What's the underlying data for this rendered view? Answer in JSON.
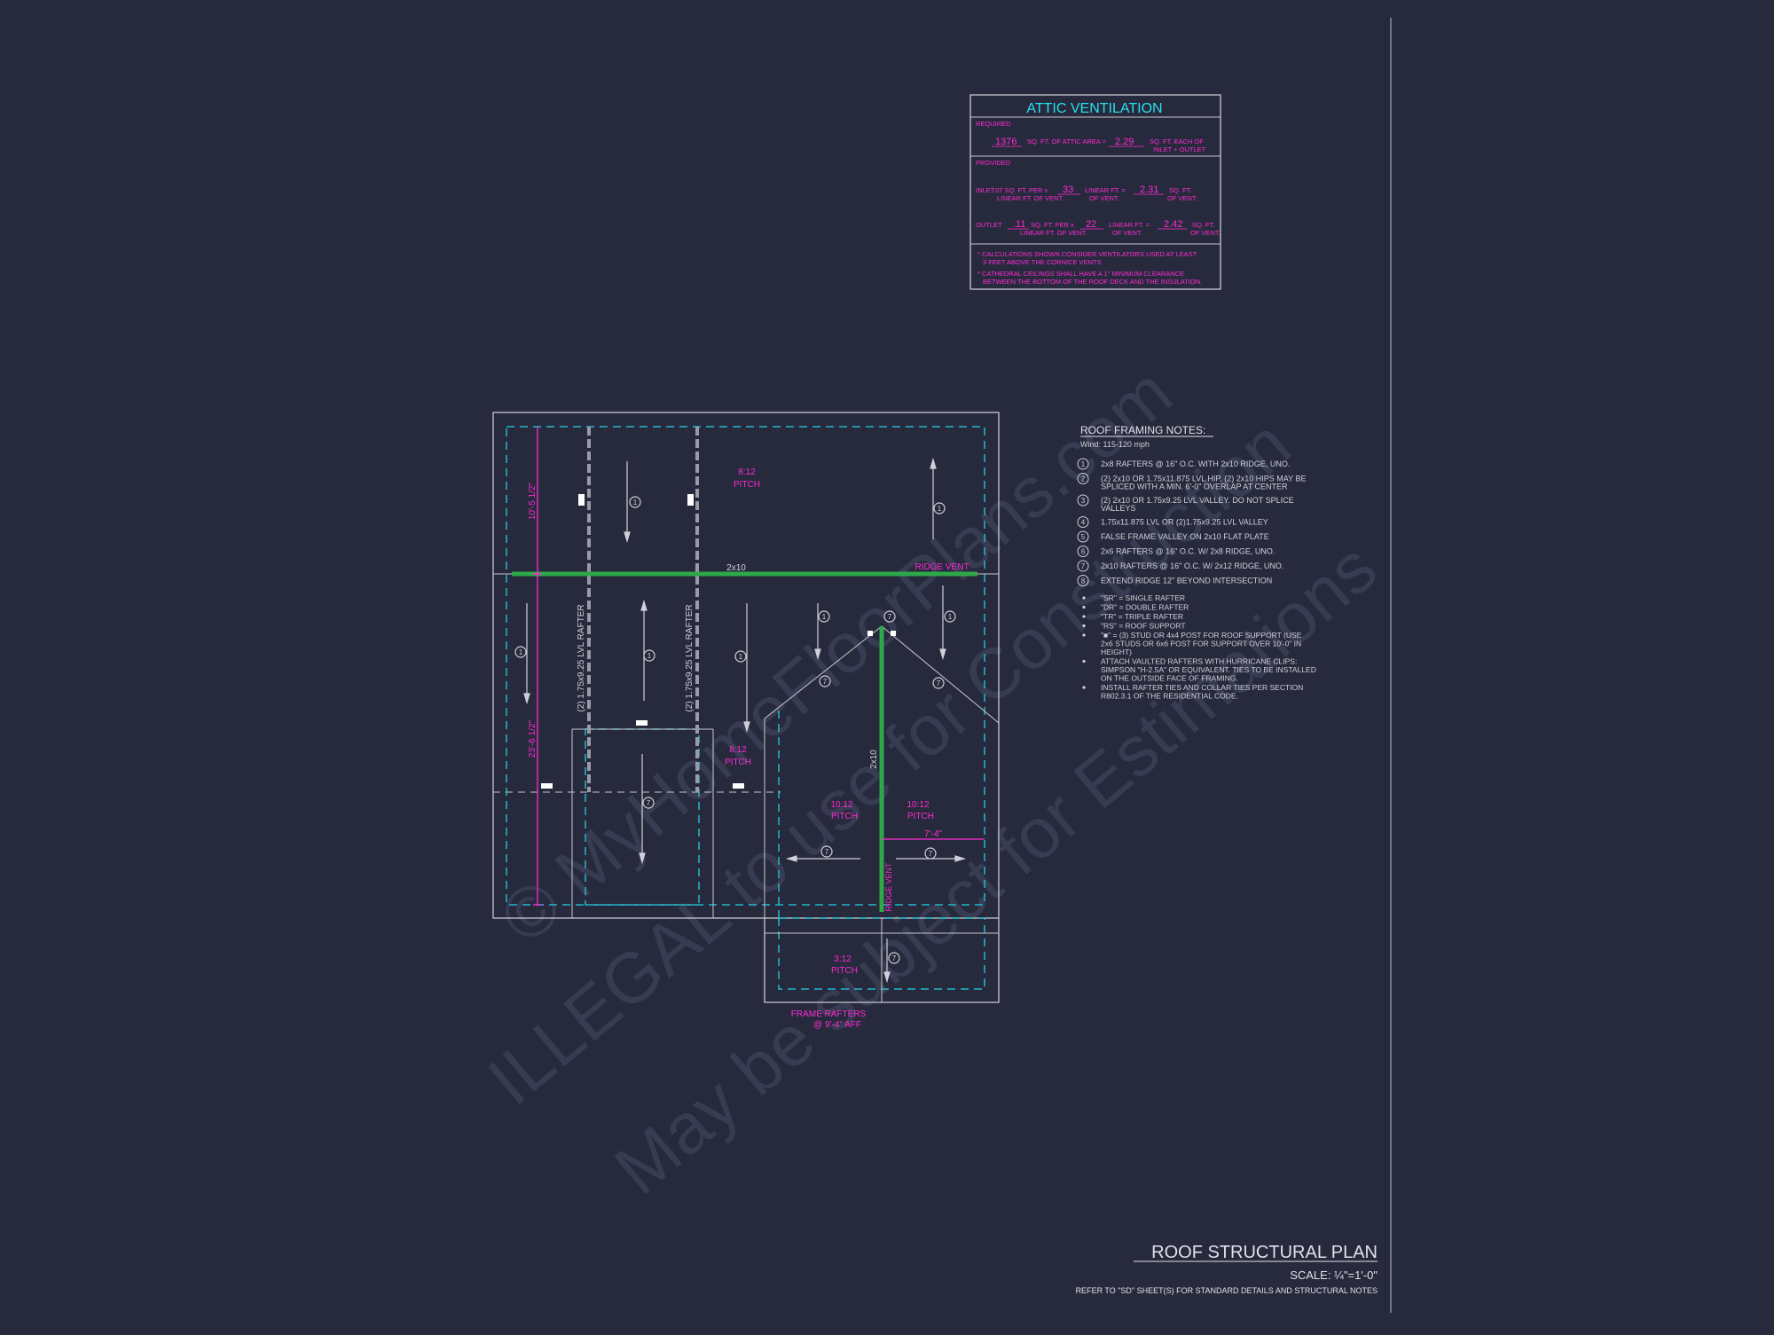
{
  "watermark": {
    "line1": "© MyHomeFloorPlans.com",
    "line2": "ILLEGAL to use for Construction",
    "line3": "May be subject for Estimations"
  },
  "attic_ventilation": {
    "title": "ATTIC VENTILATION",
    "required_label": "REQUIRED",
    "required_row": {
      "sqft": "1376",
      "sqft_label": "SQ. FT. OF ATTIC AREA =",
      "result": "2.29",
      "result_label_1": "SQ. FT. EACH OF",
      "result_label_2": "INLET + OUTLET"
    },
    "provided_label": "PROVIDED",
    "inlet_row": {
      "label": "INLET",
      "rate": ".07 SQ. FT. PER x",
      "rate_2": "LINEAR FT. OF VENT.",
      "linear": "33",
      "linear_label": "LINEAR FT. =",
      "linear_label_2": "OF VENT.",
      "result": "2.31",
      "result_label": "SQ. FT.",
      "result_label_2": "OF VENT."
    },
    "outlet_row": {
      "label": "OUTLET",
      "rate_value": ".11",
      "rate": "SQ. FT. PER x",
      "rate_2": "LINEAR FT. OF VENT.",
      "linear": "22",
      "linear_label": "LINEAR FT. =",
      "linear_label_2": "OF VENT.",
      "result": "2.42",
      "result_label": "SQ. FT.",
      "result_label_2": "OF VENT."
    },
    "note_1a": "* CALCULATIONS SHOWN CONSIDER VENTILATORS USED AT LEAST",
    "note_1b": "3 FEET ABOVE THE CORNICE VENTS",
    "note_2a": "* CATHEDRAL CEILINGS SHALL HAVE A 1\" MINIMUM CLEARANCE",
    "note_2b": "BETWEEN THE BOTTOM OF THE ROOF DECK AND THE INSULATION."
  },
  "roof_notes": {
    "title": "ROOF FRAMING NOTES:",
    "wind": "Wind: 115-120 mph",
    "items": [
      {
        "num": "1",
        "line1": "2x8 RAFTERS @ 16\" O.C. WITH 2x10 RIDGE, UNO.",
        "line2": ""
      },
      {
        "num": "2",
        "line1": "(2) 2x10 OR 1.75x11.875 LVL HIP, (2) 2x10 HIPS MAY BE",
        "line2": "SPLICED WITH A MIN. 6'-0\" OVERLAP AT CENTER"
      },
      {
        "num": "3",
        "line1": "(2) 2x10 OR 1.75x9.25 LVL VALLEY. DO NOT SPLICE",
        "line2": "VALLEYS"
      },
      {
        "num": "4",
        "line1": "1.75x11.875 LVL OR (2)1.75x9.25 LVL VALLEY",
        "line2": ""
      },
      {
        "num": "5",
        "line1": "FALSE FRAME VALLEY ON 2x10 FLAT PLATE",
        "line2": ""
      },
      {
        "num": "6",
        "line1": "2x6 RAFTERS @ 16\" O.C. W/ 2x8 RIDGE, UNO.",
        "line2": ""
      },
      {
        "num": "7",
        "line1": "2x10 RAFTERS @ 16\" O.C. W/ 2x12 RIDGE, UNO.",
        "line2": ""
      },
      {
        "num": "8",
        "line1": "EXTEND RIDGE 12\" BEYOND INTERSECTION",
        "line2": ""
      }
    ],
    "bullets": [
      [
        "\"SR\" = SINGLE RAFTER"
      ],
      [
        "\"DR\" = DOUBLE RAFTER"
      ],
      [
        "\"TR\" = TRIPLE RAFTER"
      ],
      [
        "\"RS\" = ROOF SUPPORT"
      ],
      [
        "\"■\" = (3) STUD OR 4x4 POST FOR ROOF SUPPORT (USE",
        "2x6 STUDS OR 6x6 POST FOR SUPPORT OVER 10'-0\" IN",
        "HEIGHT)"
      ],
      [
        "ATTACH VAULTED RAFTERS WITH HURRICANE CLIPS:",
        "SIMPSON \"H-2.5A\" OR EQUIVALENT. TIES TO BE INSTALLED",
        "ON THE OUTSIDE FACE OF FRAMING."
      ],
      [
        "INSTALL RAFTER TIES AND COLLAR TIES PER SECTION",
        "R802.3.1 OF THE  RESIDENTIAL CODE."
      ]
    ]
  },
  "plan": {
    "pitch_top": [
      "8:12",
      "PITCH"
    ],
    "pitch_mid": [
      "8:12",
      "PITCH"
    ],
    "pitch_left_wing": [
      "10:12",
      "PITCH"
    ],
    "pitch_right_wing": [
      "10:12",
      "PITCH"
    ],
    "pitch_bottom": [
      "3:12",
      "PITCH"
    ],
    "ridge_member": "2x10",
    "ridge_vent": "RIDGE VENT",
    "ridge_vent_vertical": "RIDGE VENT",
    "wing_ridge_member": "2x10",
    "lvl_rafter_1": "(2) 1.75x9.25 LVL RAFTER",
    "lvl_rafter_2": "(2) 1.75x9.25 LVL RAFTER",
    "dim_top": "10'-5 1/2\"",
    "dim_left": "23'-6 1/2\"",
    "dim_wing": "7'-4\"",
    "frame_note_1": "FRAME RAFTERS",
    "frame_note_2": "@ 9'-4\" AFF",
    "tag_1": "1",
    "tag_7": "7"
  },
  "title_block": {
    "title": "ROOF STRUCTURAL PLAN",
    "scale": "SCALE: ¼\"=1'-0\"",
    "refer": "REFER TO \"SD\" SHEET(S) FOR STANDARD DETAILS AND STRUCTURAL NOTES"
  },
  "colors": {
    "background": "#272a3c",
    "line": "#c8c8d2",
    "magenta": "#ff2ad4",
    "cyan": "#28e0f0",
    "green": "#2fa84a",
    "cyan_dash": "#25b8cc"
  }
}
